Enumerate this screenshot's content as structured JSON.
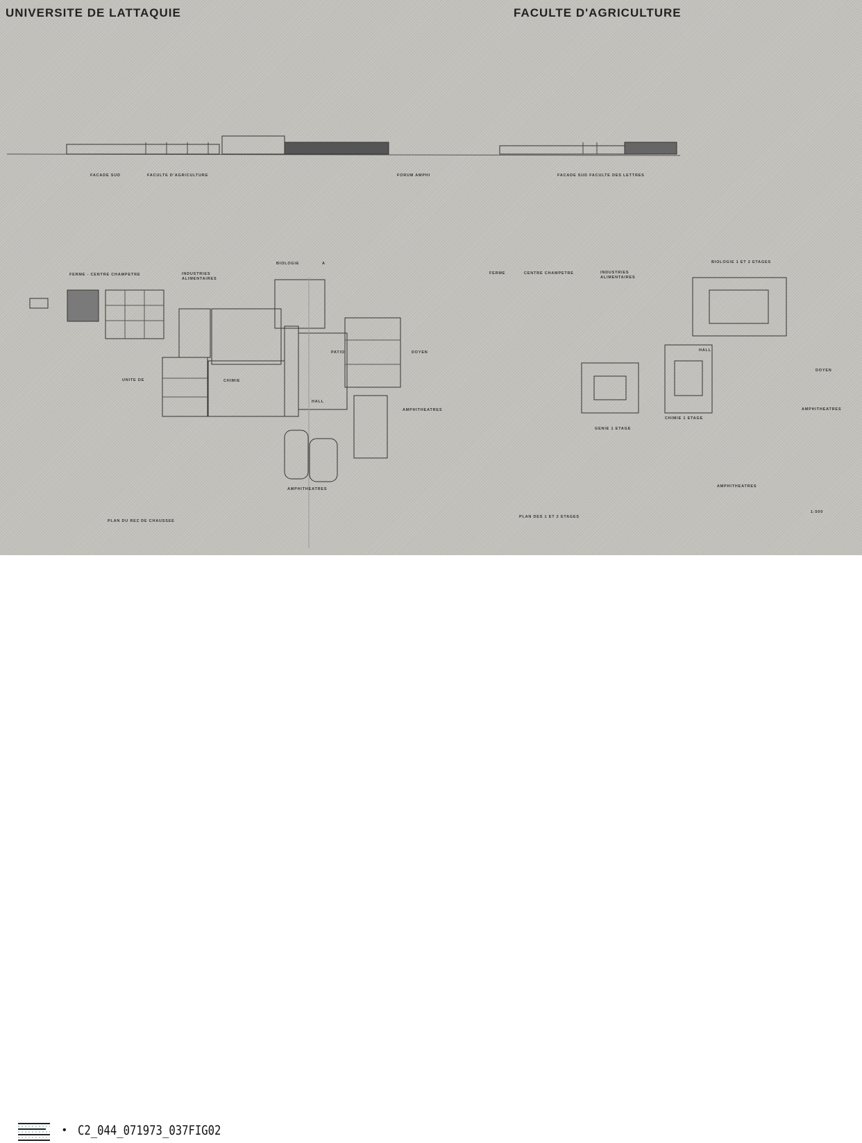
{
  "header": {
    "left_title": "UNIVERSITE DE LATTAQUIE",
    "right_title": "FACULTE D'AGRICULTURE"
  },
  "elevation_labels": [
    "FACADE SUD",
    "FACULTE D'AGRICULTURE",
    "FORUM AMPHI",
    "FACADE SUD FACULTE DES LETTRES"
  ],
  "ground_plan": {
    "labels": [
      "FERME - CENTRE CHAMPETRE",
      "INDUSTRIES",
      "ALIMENTAIRES",
      "BIOLOGIE",
      "A",
      "UNITE DE",
      "CHIMIE",
      "PATIO",
      "DOYEN",
      "HALL",
      "AMPHITHEATRES",
      "AMPHITHEATRES"
    ],
    "title": "PLAN DU REZ DE CHAUSSEE"
  },
  "upper_plan": {
    "labels": [
      "FERME",
      "CENTRE CHAMPETRE",
      "INDUSTRIES",
      "ALIMENTAIRES",
      "BIOLOGIE 1 ET 2 ETAGES",
      "HALL",
      "DOYEN",
      "GENIE 1 ETAGE",
      "CHIMIE 1 ETAGE",
      "AMPHITHEATRES",
      "AMPHITHEATRES"
    ],
    "title": "PLAN DES 1 ET 2 ETAGES",
    "scale": "1:500"
  },
  "footer": {
    "caption": "C2_044_071973_037FIG02"
  }
}
